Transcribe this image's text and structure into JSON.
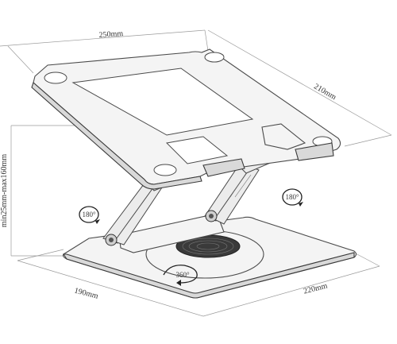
{
  "dimensions": {
    "width_top": "250mm",
    "depth_top": "210mm",
    "height_range": "min25mm-max160mm",
    "base_depth": "190mm",
    "base_width": "220mm"
  },
  "rotation_labels": {
    "left_hinge": "180°",
    "right_hinge": "180°",
    "base_swivel": "360°"
  }
}
